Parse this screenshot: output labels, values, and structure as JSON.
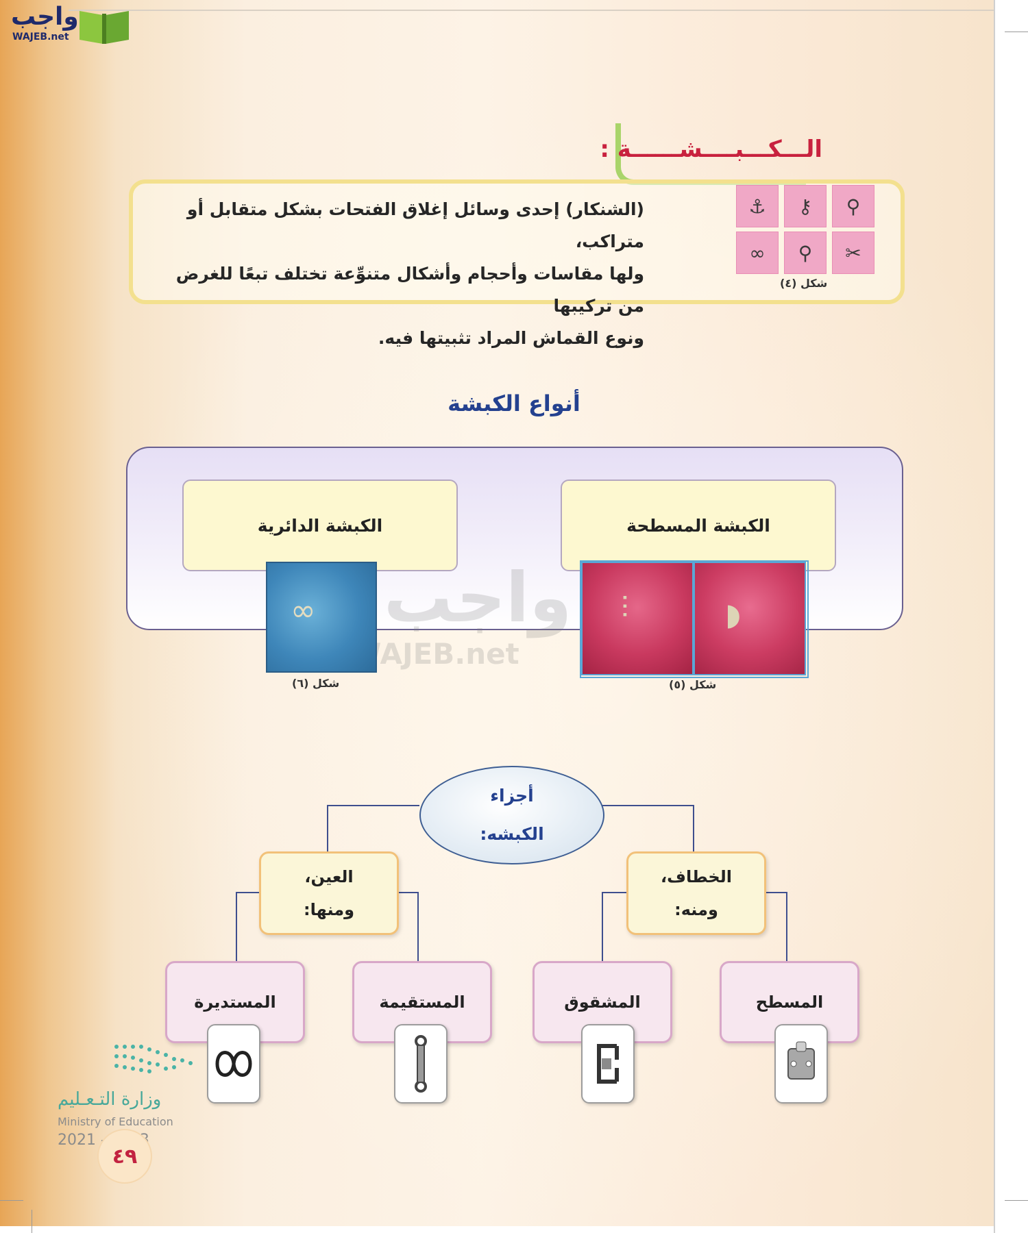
{
  "logo": {
    "arabic": "واجب",
    "latin": "WAJEB.net"
  },
  "header": {
    "title": "الـــكـــبــــشــــــة :"
  },
  "intro": {
    "lines": [
      "(الشنكار) إحدى وسائل إغلاق الفتحات بشكل متقابل أو متراكب،",
      "ولها مقاسات وأحجام وأشكال متنوِّعة تختلف تبعًا للغرض من تركيبها",
      "ونوع القماش المراد تثبيتها فيه."
    ],
    "figure_caption": "شكل (٤)"
  },
  "types_section": {
    "title": "أنواع الكبشة",
    "flat": {
      "label": "الكبشة المسطحة",
      "caption": "شكل (٥)"
    },
    "round": {
      "label": "الكبشة الدائرية",
      "caption": "شكل (٦)"
    }
  },
  "watermark": {
    "arabic": "واجب",
    "latin": "WAJEB.net"
  },
  "parts_section": {
    "root_line1": "أجزاء",
    "root_line2": "الكبشه:",
    "hook": {
      "line1": "الخطاف،",
      "line2": "ومنه:"
    },
    "eye": {
      "line1": "العين،",
      "line2": "ومنها:"
    },
    "leaves": {
      "flat": "المسطح",
      "split": "المشقوق",
      "straight": "المستقيمة",
      "round": "المستديرة"
    }
  },
  "footer": {
    "ministry_ar": "وزارة التـعـليم",
    "ministry_en": "Ministry of Education",
    "year": "2021 - 1443",
    "page_number": "٤٩"
  },
  "colors": {
    "title_red": "#c8213e",
    "heading_blue": "#24418f",
    "accent_green": "#a9d46a",
    "box_yellow_border": "#f3e08e",
    "leaf_pink_border": "#d8a7c8"
  }
}
